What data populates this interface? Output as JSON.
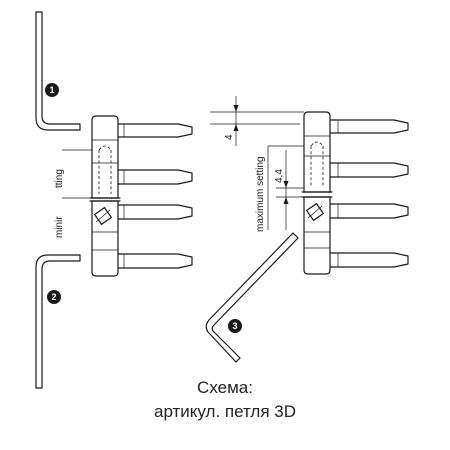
{
  "labels": {
    "fitting_partial": "tting",
    "minimum_partial": "minir",
    "maximum_setting": "maximum setting",
    "dim_4": "4",
    "dim_4_4": "4,4"
  },
  "markers": [
    "1",
    "2",
    "3"
  ],
  "caption": {
    "line1": "Схема:",
    "line2": "артикул. петля 3D"
  }
}
